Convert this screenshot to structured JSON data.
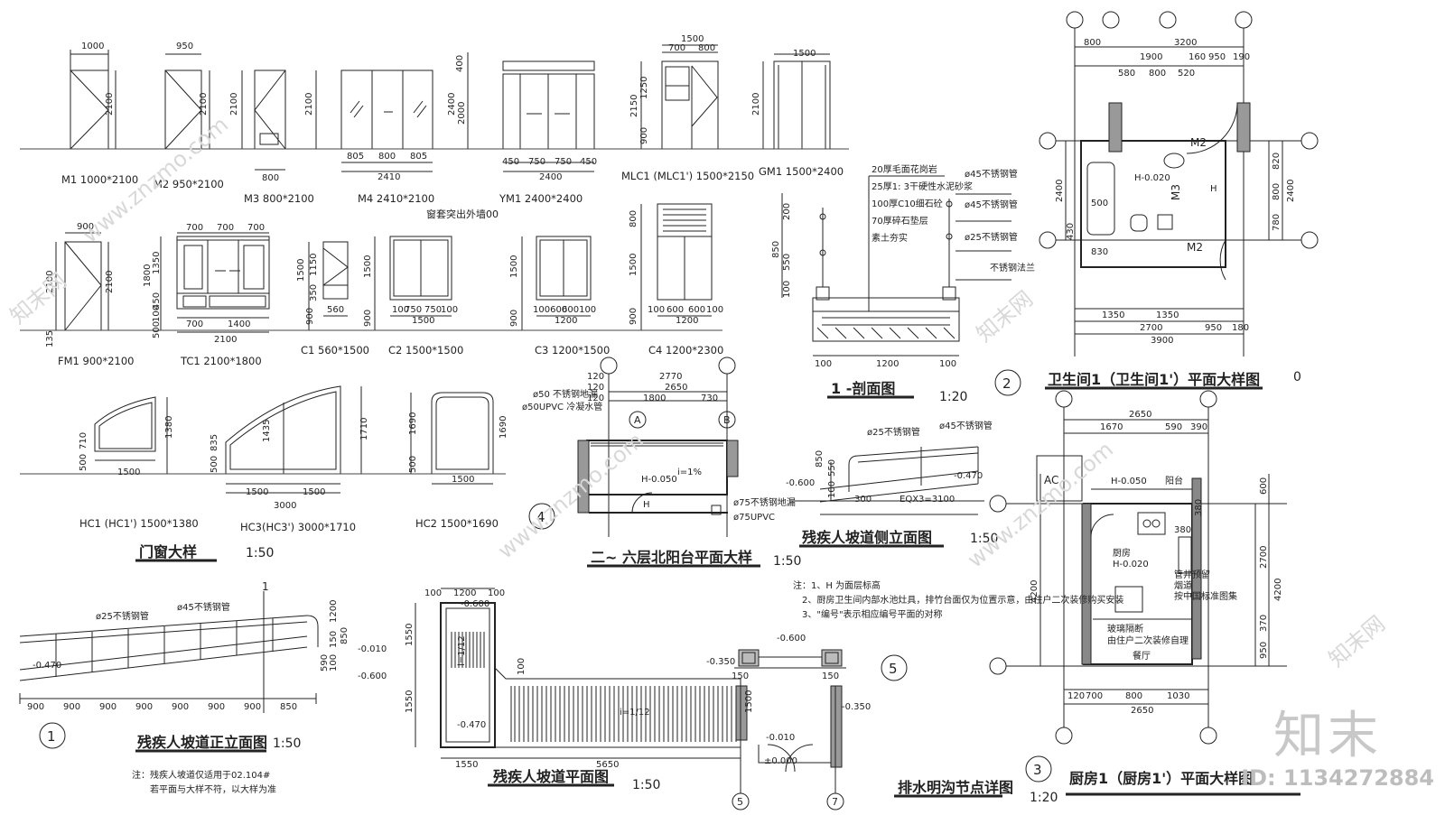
{
  "door_window_schedule": {
    "M1": {
      "dims": [
        "1000",
        "2100"
      ],
      "label": "M1 1000*2100"
    },
    "M2": {
      "dims": [
        "950",
        "2100"
      ],
      "label": "M2 950*2100"
    },
    "M3": {
      "dims": [
        "800",
        "2100"
      ],
      "label": "M3 800*2100"
    },
    "M4": {
      "dims": [
        "2100",
        "805",
        "800",
        "805",
        "2410"
      ],
      "label": "M4 2410*2100"
    },
    "YM1": {
      "dims": [
        "400",
        "2400",
        "2000",
        "450",
        "750",
        "750",
        "450",
        "2400"
      ],
      "label": "YM1 2400*2400"
    },
    "MLC1": {
      "dims": [
        "1500",
        "700",
        "800",
        "1250",
        "2150",
        "900"
      ],
      "label": "MLC1 (MLC1') 1500*2150"
    },
    "GM1": {
      "dims": [
        "1500",
        "2100"
      ],
      "label": "GM1 1500*2400"
    },
    "FM1": {
      "dims": [
        "900",
        "2100",
        "2100",
        "135"
      ],
      "label": "FM1 900*2100"
    },
    "TC1": {
      "dims": [
        "700",
        "700",
        "700",
        "1800",
        "1350",
        "450",
        "500",
        "100",
        "700",
        "1400",
        "2100"
      ],
      "label": "TC1 2100*1800"
    },
    "C1": {
      "dims": [
        "1500",
        "1150",
        "350",
        "560",
        "900"
      ],
      "label": "C1 560*1500"
    },
    "C2": {
      "dims": [
        "1500",
        "900",
        "100",
        "750",
        "750",
        "100",
        "1500"
      ],
      "label": "C2 1500*1500",
      "note": "窗套突出外墙00"
    },
    "C3": {
      "dims": [
        "1500",
        "900",
        "100600",
        "600100",
        "1200"
      ],
      "label": "C3 1200*1500"
    },
    "C4": {
      "dims": [
        "800",
        "1500",
        "900",
        "100",
        "600",
        "600",
        "100",
        "1200"
      ],
      "label": "C4 1200*2300"
    },
    "HC1": {
      "dims": [
        "710",
        "500",
        "1380",
        "1500"
      ],
      "label": "HC1 (HC1') 1500*1380"
    },
    "HC3": {
      "dims": [
        "835",
        "500",
        "1435",
        "1710",
        "1500",
        "1500",
        "3000"
      ],
      "label": "HC3(HC3') 3000*1710"
    },
    "HC2": {
      "dims": [
        "1690",
        "500",
        "1690",
        "1500"
      ],
      "label": "HC2 1500*1690"
    },
    "title": "门窗大样",
    "scale": "1:50"
  },
  "section1": {
    "title": "1 -剖面图",
    "scale": "1:20",
    "layers": [
      "20厚毛面花岗岩",
      "25厚1: 3干硬性水泥砂浆",
      "100厚C10细石砼",
      "70厚碎石垫层",
      "素土夯实"
    ],
    "rail_notes": [
      "ø45不锈钢管",
      "ø45不锈钢管",
      "ø25不锈钢管",
      "不锈钢法兰"
    ],
    "dims": [
      "200",
      "550",
      "850",
      "100",
      "100",
      "1200",
      "100"
    ]
  },
  "bathroom": {
    "title": "卫生间1（卫生间1'）平面大样图",
    "scale_tail": "0",
    "top_dims": [
      "800",
      "3200",
      "1900",
      "160",
      "950",
      "190",
      "580",
      "800",
      "520"
    ],
    "right_dims": [
      "820",
      "800",
      "780",
      "2400"
    ],
    "left_dims": [
      "2400",
      "430",
      "500"
    ],
    "bottom_dims": [
      "1350",
      "1350",
      "2700",
      "950",
      "180",
      "3900"
    ],
    "labels": [
      "M2",
      "M3",
      "M2",
      "H-0.020",
      "H",
      "830"
    ],
    "callout": "2"
  },
  "balcony": {
    "title": "二~ 六层北阳台平面大样",
    "scale": "1:50",
    "dims": [
      "2770",
      "2650",
      "1800",
      "730",
      "120",
      "120",
      "120"
    ],
    "axes": [
      "A",
      "B"
    ],
    "notes": [
      "ø50 不锈钢地漏",
      "ø50UPVC 冷凝水管",
      "ø75不锈钢地漏",
      "ø75UPVC"
    ],
    "labels": [
      "H-0.050",
      "i=1%",
      "H"
    ],
    "callout": "4"
  },
  "ramp_side": {
    "title": "残疾人坡道侧立面图",
    "scale": "1:50",
    "notes": [
      "ø25不锈钢管",
      "ø45不锈钢管"
    ],
    "dims": [
      "550",
      "850",
      "100",
      "300",
      "EQX3=3100"
    ],
    "levels": [
      "-0.600",
      "-0.470"
    ]
  },
  "kitchen": {
    "title": "厨房1（厨房1'）平面大样图",
    "top_dims": [
      "2650",
      "1670",
      "590",
      "390"
    ],
    "right_dims": [
      "600",
      "2700",
      "4200",
      "370",
      "950",
      "380",
      "380"
    ],
    "left_dims": [
      "4200"
    ],
    "bottom_dims": [
      "120",
      "700",
      "800",
      "1030",
      "2650"
    ],
    "labels": [
      "AC",
      "H-0.050",
      "阳台",
      "H-0.020",
      "厨房",
      "餐厅",
      "烟道",
      "玻璃隔断",
      "由住户二次装修自理",
      "管井预留",
      "按中国标准图集"
    ],
    "callout": "3"
  },
  "notes": {
    "lines": [
      "注：1、H 为面层标高",
      "2、厨房卫生间内部水池灶具，排竹台面仅为位置示意，由住户二次装修购买安装",
      "3、\"编号\"表示相应编号平面的对称"
    ]
  },
  "ramp_front": {
    "title": "残疾人坡道正立面图",
    "scale": "1:50",
    "notes": [
      "ø25不锈钢管",
      "ø45不锈钢管"
    ],
    "dims": [
      "900",
      "900",
      "900",
      "900",
      "900",
      "900",
      "900",
      "850",
      "1200",
      "850",
      "150",
      "590",
      "100"
    ],
    "levels": [
      "-0.470",
      "-0.010",
      "-0.600"
    ],
    "remark": [
      "注：残疾人坡道仅适用于02.104#",
      "若平面与大样不符，以大样为准"
    ],
    "section_mark": "1",
    "callout": "1"
  },
  "ramp_plan": {
    "title": "残疾人坡道平面图",
    "scale": "1:50",
    "dims": [
      "100",
      "1200",
      "100",
      "1550",
      "1550",
      "1550",
      "5650",
      "100"
    ],
    "levels": [
      "-0.600",
      "-0.470"
    ],
    "slope": [
      "i=1/12",
      "i=1/12"
    ]
  },
  "drain": {
    "title": "排水明沟节点详图",
    "scale": "1:20",
    "levels": [
      "-0.600",
      "-0.350",
      "-0.350",
      "-0.010",
      "±0.000"
    ],
    "dims": [
      "150",
      "1500",
      "150"
    ],
    "axes": [
      "5",
      "7"
    ],
    "callout": "5"
  },
  "watermark": {
    "brand": "知末",
    "id": "ID: 1134272884",
    "site": "www.znzmo.com",
    "small": "知末网"
  }
}
